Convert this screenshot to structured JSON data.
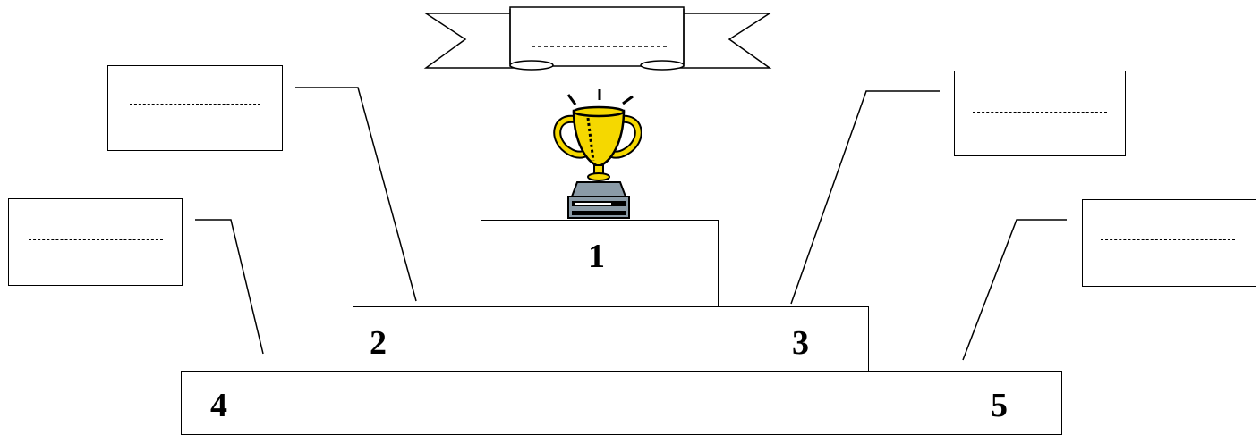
{
  "podium": {
    "first_place": "1",
    "second_place": "2",
    "third_place": "3",
    "fourth_place": "4",
    "fifth_place": "5"
  },
  "name_boxes": {
    "banner": "",
    "second": "",
    "third": "",
    "fourth": "",
    "fifth": ""
  },
  "icons": {
    "trophy": "trophy-icon",
    "banner": "ribbon-banner-icon"
  },
  "colors": {
    "trophy_gold": "#f5d800",
    "trophy_base": "#8a9aa6",
    "outline": "#000000"
  }
}
